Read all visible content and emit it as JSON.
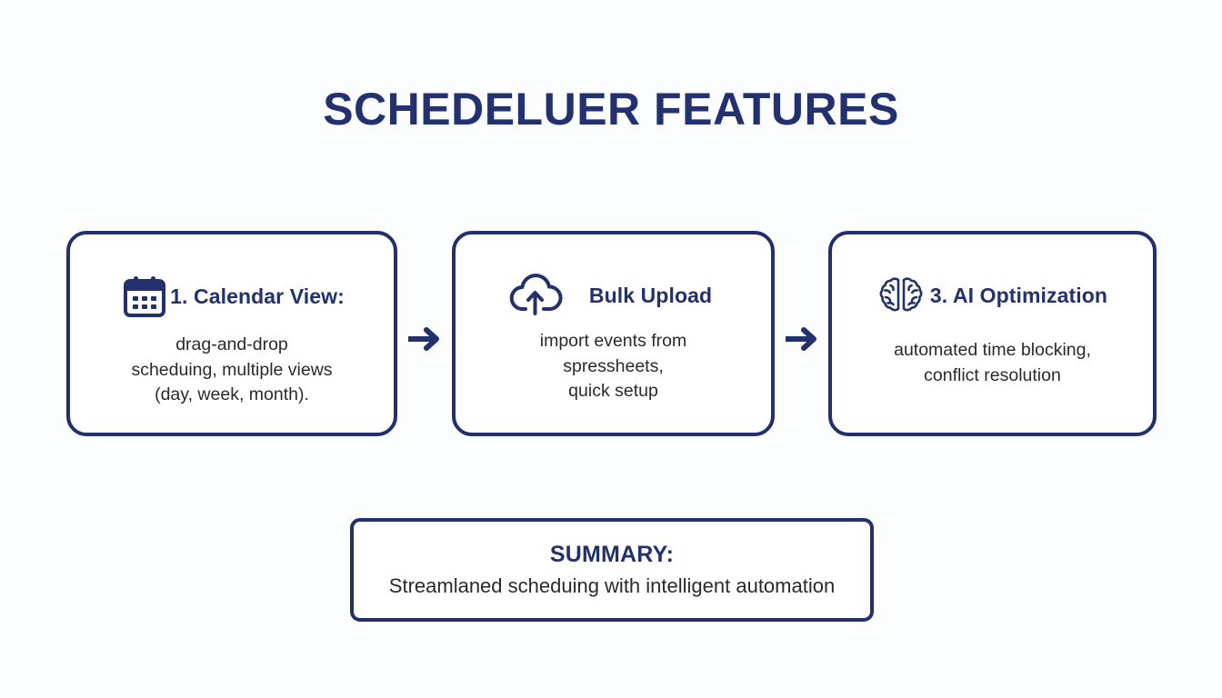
{
  "slide": {
    "title": "SCHEDELUER FEATURES",
    "background_color": "#fbfdfe",
    "accent_color": "#22306e",
    "body_text_color": "#2a2a2a"
  },
  "cards": [
    {
      "icon": "calendar-icon",
      "title": "1. Calendar View:",
      "body": "drag-and-drop\nscheduing, multiple views\n(day, week, month).",
      "body_lines": [
        "drag-and-drop",
        "scheduing, multiple views",
        "(day, week, month)."
      ]
    },
    {
      "icon": "cloud-upload-icon",
      "title": "Bulk Upload",
      "body": "import events from\nspressheets,\nquick setup",
      "body_lines": [
        "import events from",
        "spressheets,",
        "quick setup"
      ]
    },
    {
      "icon": "brain-icon",
      "title": "3. AI Optimization",
      "body": "automated time blocking,\nconflict resolution",
      "body_lines": [
        "automated time blocking,",
        "conflict resolution"
      ]
    }
  ],
  "connectors": [
    {
      "icon": "arrow-right-icon",
      "label": "→"
    },
    {
      "icon": "arrow-right-icon",
      "label": "→"
    }
  ],
  "summary": {
    "title": "SUMMARY:",
    "text": "Streamlaned scheduing with intelligent automation"
  }
}
